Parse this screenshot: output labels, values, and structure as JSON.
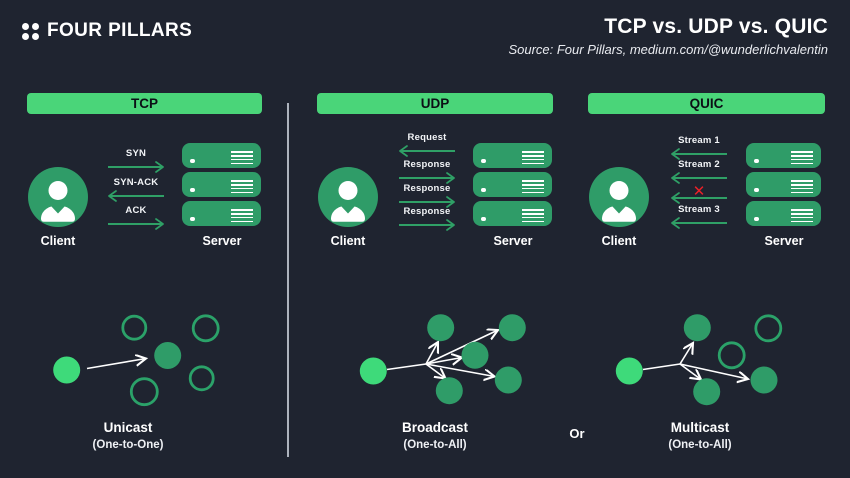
{
  "header": {
    "brand": "FOUR PILLARS",
    "title": "TCP vs. UDP vs. QUIC",
    "source": "Source: Four Pillars, medium.com/@wunderlichvalentin"
  },
  "colors": {
    "background": "#1f2430",
    "pill_green": "#4ad579",
    "node_green": "#2f9c68",
    "bright_green": "#3eda7a",
    "arrow_green": "#2fa066",
    "error_red": "#ea2128",
    "text_white": "#f4f6f9"
  },
  "protocols": [
    {
      "name": "TCP",
      "client_label": "Client",
      "server_label": "Server",
      "messages": [
        {
          "label": "SYN",
          "direction": "right"
        },
        {
          "label": "SYN-ACK",
          "direction": "left"
        },
        {
          "label": "ACK",
          "direction": "right"
        }
      ]
    },
    {
      "name": "UDP",
      "client_label": "Client",
      "server_label": "Server",
      "messages": [
        {
          "label": "Request",
          "direction": "left"
        },
        {
          "label": "Response",
          "direction": "right"
        },
        {
          "label": "Response",
          "direction": "right"
        },
        {
          "label": "Response",
          "direction": "right"
        }
      ]
    },
    {
      "name": "QUIC",
      "client_label": "Client",
      "server_label": "Server",
      "messages": [
        {
          "label": "Stream 1",
          "direction": "left"
        },
        {
          "label": "Stream 2",
          "direction": "left"
        },
        {
          "label": "",
          "direction": "left",
          "error_mark": "✕"
        },
        {
          "label": "Stream 3",
          "direction": "left"
        }
      ]
    }
  ],
  "casts": [
    {
      "name": "Unicast",
      "sub": "(One-to-One)"
    },
    {
      "name": "Broadcast",
      "sub": "(One-to-All)"
    },
    {
      "name": "Multicast",
      "sub": "(One-to-All)"
    }
  ],
  "or_label": "Or"
}
